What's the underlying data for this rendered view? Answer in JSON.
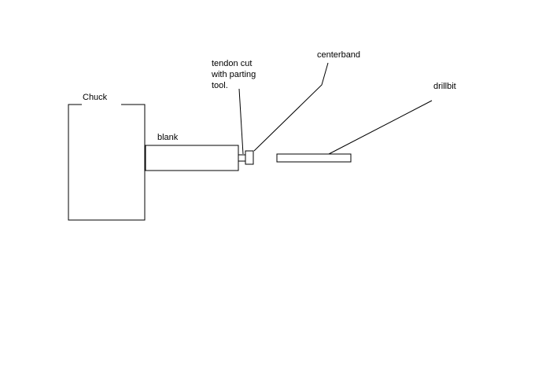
{
  "diagram": {
    "labels": {
      "chuck": "Chuck",
      "blank": "blank",
      "tendon_line1": "tendon cut",
      "tendon_line2": "with parting",
      "tendon_line3": "tool.",
      "centerband": "centerband",
      "drillbit": "drillbit"
    },
    "colors": {
      "stroke": "#000000",
      "background": "#ffffff"
    }
  }
}
